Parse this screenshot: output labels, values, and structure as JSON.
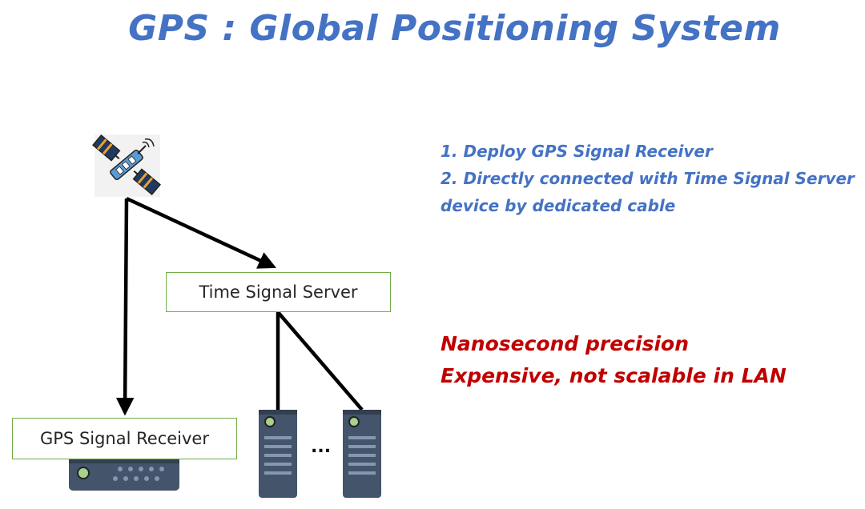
{
  "title": "GPS : Global Positioning System",
  "nodes": {
    "time_signal_server": "Time Signal Server",
    "gps_signal_receiver": "GPS Signal Receiver",
    "ellipsis": "..."
  },
  "notes": [
    "1. Deploy GPS Signal Receiver",
    "2. Directly connected with Time Signal Server",
    "device by dedicated cable"
  ],
  "claims": [
    "Nanosecond precision",
    "Expensive, not scalable in LAN"
  ],
  "icons": {
    "satellite": "satellite-icon",
    "receiver": "gps-receiver-device-icon",
    "server": "server-tower-icon"
  },
  "colors": {
    "title": "#4472c4",
    "notes": "#4472c4",
    "claims": "#c00000",
    "box_border": "#70ad47",
    "device_body": "#44546a",
    "device_led": "#a9d18e"
  }
}
